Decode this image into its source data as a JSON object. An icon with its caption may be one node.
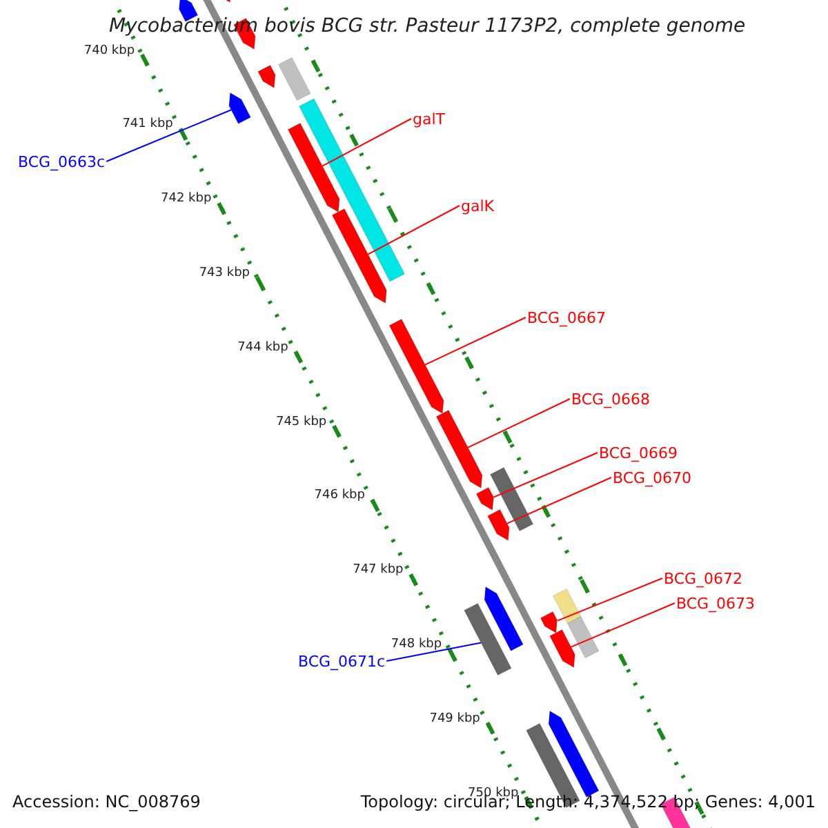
{
  "diagram": {
    "title": "Mycobacterium bovis BCG str. Pasteur 1173P2, complete genome",
    "nodes": [
      {
        "text": [
          "galT"
        ]
      },
      {
        "text": [],
        "shape": "arrow"
      },
      {
        "text": [
          "galK"
        ]
      },
      {
        "text": [],
        "shape": "arrow"
      },
      {
        "text": [
          "BCG_0667"
        ]
      },
      {
        "text": [],
        "shape": "arrow"
      },
      {
        "text": [
          "BCG_0668"
        ]
      },
      {
        "text": [],
        "shape": "arrow"
      },
      {
        "text": [
          "BCG_0669"
        ]
      },
      {
        "text": [],
        "shape": "arrow"
      },
      {
        "text": [
          "BCG_0670"
        ]
      },
      {
        "text": [],
        "shape": "arrow"
      },
      {
        "text": [
          "BCG_0672"
        ]
      },
      {
        "text": [],
        "shape": "arrow"
      },
      {
        "text": [
          "BCG_0673"
        ]
      },
      {
        "text": [],
        "shape": "arrow"
      },
      {
        "text": [
          "BCG_0663c"
        ]
      },
      {
        "text": [],
        "shape": "arrow"
      },
      {
        "text": [
          "BCG_0671c"
        ]
      },
      {
        "text": [],
        "shape": "box"
      },
      {
        "text": [],
        "shape": "arrow"
      },
      {
        "text": [],
        "shape": "arrow"
      },
      {
        "text": [],
        "shape": "arrow"
      },
      {
        "text": [],
        "shape": "box"
      },
      {
        "text": [],
        "shape": "box"
      },
      {
        "text": [],
        "shape": "box"
      },
      {
        "text": [],
        "shape": "box"
      },
      {
        "text": [],
        "shape": "box"
      },
      {
        "text": [],
        "shape": "arrow"
      },
      {
        "text": [],
        "shape": "arrow"
      },
      {
        "text": [],
        "shape": "box"
      },
      {
        "text": [],
        "shape": "arrow"
      },
      {
        "text": [],
        "shape": "box"
      }
    ],
    "edges": [
      {
        "from": 0,
        "to": 1,
        "arrow": "none"
      },
      {
        "from": 2,
        "to": 3,
        "arrow": "none"
      },
      {
        "from": 4,
        "to": 5,
        "arrow": "none"
      },
      {
        "from": 6,
        "to": 7,
        "arrow": "none"
      },
      {
        "from": 8,
        "to": 9,
        "arrow": "none"
      },
      {
        "from": 10,
        "to": 11,
        "arrow": "none"
      },
      {
        "from": 12,
        "to": 13,
        "arrow": "none"
      },
      {
        "from": 14,
        "to": 15,
        "arrow": "none"
      },
      {
        "from": 16,
        "to": 17,
        "arrow": "none",
        "color": "#0000ff"
      },
      {
        "from": 18,
        "to": 19,
        "arrow": "none",
        "color": "#0000ff"
      }
    ],
    "labels": [
      "740 kbp",
      "741 kbp",
      "742 kbp",
      "743 kbp",
      "744 kbp",
      "745 kbp",
      "746 kbp",
      "747 kbp",
      "748 kbp",
      "749 kbp",
      "750 kbp",
      "Accession: NC_008769",
      "Topology: circular; Length: 4,374,522 bp; Genes: 4,001"
    ]
  }
}
